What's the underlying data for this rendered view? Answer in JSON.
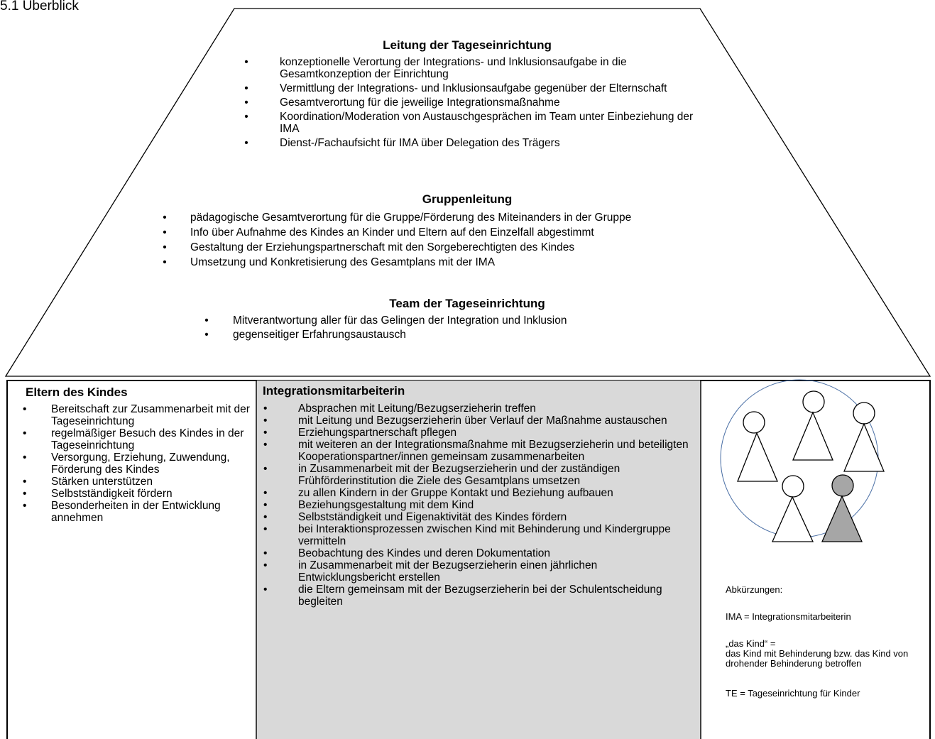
{
  "section_title": "5.1  Überblick",
  "roof": {
    "leitung": {
      "heading": "Leitung der Tageseinrichtung",
      "items": [
        "konzeptionelle Verortung der Integrations- und Inklusionsaufgabe in die Gesamtkonzeption der Einrichtung",
        "Vermittlung der Integrations- und Inklusionsaufgabe gegenüber der Elternschaft",
        "Gesamtverortung für die jeweilige Integrationsmaßnahme",
        "Koordination/Moderation von Austauschgesprächen im Team unter Einbeziehung der IMA",
        "Dienst-/Fachaufsicht für IMA über Delegation des Trägers"
      ]
    },
    "gruppenleitung": {
      "heading": "Gruppenleitung",
      "items": [
        "pädagogische Gesamtverortung für die Gruppe/Förderung des Miteinanders in der Gruppe",
        "Info über Aufnahme des Kindes an Kinder und Eltern auf den Einzelfall abgestimmt",
        "Gestaltung der Erziehungspartnerschaft mit den Sorgeberechtigten des Kindes",
        "Umsetzung und Konkretisierung des Gesamtplans mit der IMA"
      ]
    },
    "team": {
      "heading": "Team der Tageseinrichtung",
      "items": [
        "Mitverantwortung aller für das Gelingen der Integration und Inklusion",
        "gegenseitiger Erfahrungsaustausch"
      ]
    }
  },
  "eltern": {
    "heading": "Eltern des Kindes",
    "items": [
      "Bereitschaft zur Zusammenarbeit mit der Tageseinrichtung",
      "regelmäßiger Besuch des Kindes in der Tageseinrichtung",
      "Versorgung, Erziehung, Zuwendung, Förderung des Kindes",
      "Stärken unterstützen",
      "Selbstständigkeit fördern",
      "Besonderheiten in der Entwicklung annehmen"
    ]
  },
  "integrationsmitarbeiterin": {
    "heading": "Integrationsmitarbeiterin",
    "items": [
      "Absprachen mit Leitung/Bezugserzieherin treffen",
      "mit Leitung und Bezugserzieherin über Verlauf der Maßnahme austauschen",
      "Erziehungspartnerschaft pflegen",
      "mit weiteren an der Integrationsmaßnahme mit Bezugserzieherin und beteiligten Kooperationspartner/innen gemeinsam zusammenarbeiten",
      "in Zusammenarbeit mit der Bezugserzieherin und der zuständigen Frühförderinstitution die Ziele des Gesamtplans umsetzen",
      "zu allen Kindern in der Gruppe Kontakt und Beziehung aufbauen",
      "Beziehungsgestaltung mit dem Kind",
      "Selbstständigkeit und Eigenaktivität des Kindes fördern",
      "bei Interaktionsprozessen zwischen Kind mit Behinderung und Kindergruppe vermitteln",
      "Beobachtung des Kindes und deren Dokumentation",
      "in Zusammenarbeit mit der Bezugserzieherin einen jährlichen Entwicklungsbericht erstellen",
      "die Eltern gemeinsam mit der Bezugserzieherin bei der Schulentscheidung begleiten"
    ]
  },
  "abbreviations": {
    "title": "Abkürzungen:",
    "ima": "IMA = Integrationsmitarbeiterin",
    "kind_label": "„das Kind“ =",
    "kind_text": "das Kind mit Behinderung bzw. das Kind von drohender Behinderung betroffen",
    "te": "TE = Tageseinrichtung für Kinder"
  },
  "bullet": "•",
  "colors": {
    "circle_stroke": "#4a6fa5",
    "highlight_fill": "#a6a6a6",
    "integ_box": "#d9d9d9"
  }
}
